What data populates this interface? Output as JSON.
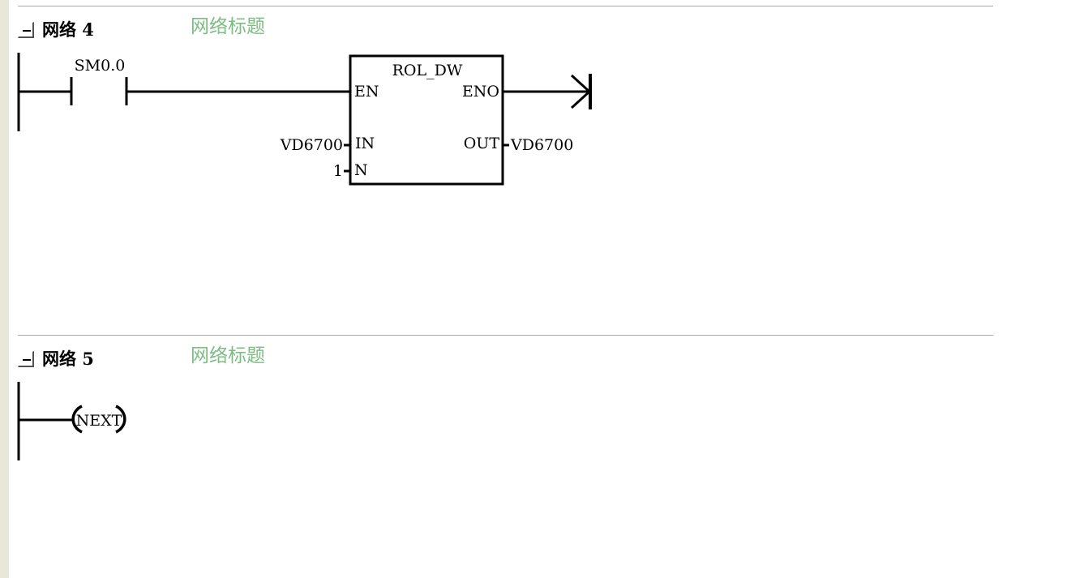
{
  "network4": {
    "label": "网络 4",
    "title": "网络标题",
    "contact": {
      "address": "SM0.0"
    },
    "box": {
      "name": "ROL_DW",
      "en": "EN",
      "eno": "ENO",
      "in_pin": "IN",
      "n_pin": "N",
      "out_pin": "OUT",
      "in_value": "VD6700",
      "n_value": "1",
      "out_value": "VD6700"
    }
  },
  "network5": {
    "label": "网络 5",
    "title": "网络标题",
    "coil": {
      "label": "NEXT"
    }
  }
}
